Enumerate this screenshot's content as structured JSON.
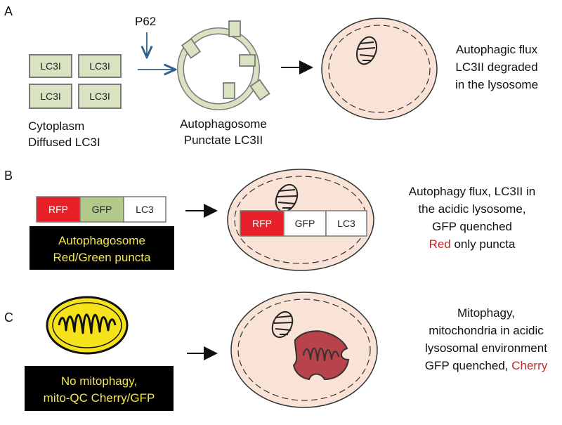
{
  "panels": {
    "a": "A",
    "b": "B",
    "c": "C"
  },
  "colors": {
    "lc3_fill": "#d9e3c2",
    "lc3_stroke": "#7a7a7a",
    "lysosome_fill": "#f9e3d6",
    "rfp": "#e8202a",
    "gfp": "#b3c98a",
    "mito_yellow": "#f5e21a",
    "mito_red": "#b8434a",
    "label_bg": "#000000",
    "label_text": "#f2e64a",
    "accent_red": "#c0282a",
    "arrow_blue": "#2f5f8a"
  },
  "panel_a": {
    "lc3_boxes": [
      "LC3I",
      "LC3I",
      "LC3I",
      "LC3I"
    ],
    "p62": "P62",
    "cytoplasm_caption": [
      "Cytoplasm",
      "Diffused LC3I"
    ],
    "autophagosome_caption": [
      "Autophagosome",
      "Punctate LC3II"
    ],
    "side_text": [
      "Autophagic flux",
      "LC3II degraded",
      "in the lysosome"
    ]
  },
  "panel_b": {
    "construct": [
      "RFP",
      "GFP",
      "LC3"
    ],
    "construct_in_lysosome": [
      "RFP",
      "GFP",
      "LC3"
    ],
    "label": [
      "Autophagosome",
      "Red/Green puncta"
    ],
    "side_text": [
      "Autophagy flux, LC3II in",
      "the acidic lysosome,",
      "GFP quenched"
    ],
    "side_last": {
      "red": "Red",
      "rest": " only puncta"
    }
  },
  "panel_c": {
    "label": [
      "No mitophagy,",
      "mito-QC Cherry/GFP"
    ],
    "side_text": [
      "Mitophagy,",
      "mitochondria in acidic",
      "lysosomal environment"
    ],
    "side_last": {
      "prefix": "GFP quenched, ",
      "red": "Cherry"
    }
  }
}
